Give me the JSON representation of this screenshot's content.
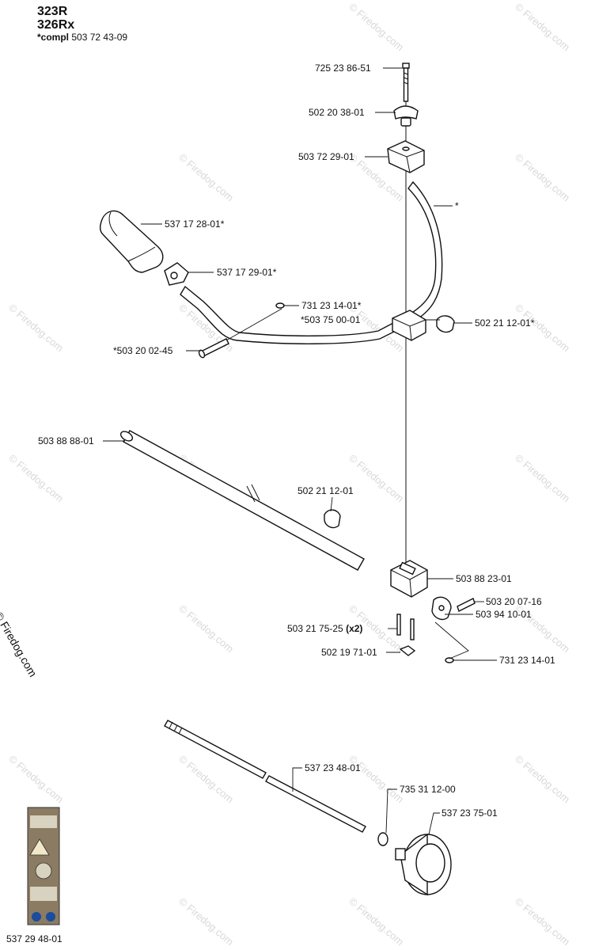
{
  "header": {
    "model_1": "323R",
    "model_2": "326Rx",
    "compl_prefix": "*compl",
    "compl_number": "503 72 43-09"
  },
  "watermark": "© Firedog.com",
  "copyright": "© Firedog.com",
  "parts": [
    {
      "id": "p1",
      "label": "725 23 86-51"
    },
    {
      "id": "p2",
      "label": "502 20 38-01"
    },
    {
      "id": "p3",
      "label": "503 72 29-01"
    },
    {
      "id": "p4",
      "label": "*"
    },
    {
      "id": "p5",
      "label": "537 17 28-01*"
    },
    {
      "id": "p6",
      "label": "537 17 29-01*"
    },
    {
      "id": "p7",
      "label": "731 23 14-01*"
    },
    {
      "id": "p8",
      "label": "*503 75 00-01"
    },
    {
      "id": "p9",
      "label": "502 21 12-01*"
    },
    {
      "id": "p10",
      "label": "*503 20 02-45"
    },
    {
      "id": "p11",
      "label": "503 88 88-01"
    },
    {
      "id": "p12",
      "label": "502 21 12-01"
    },
    {
      "id": "p13",
      "label": "503 88 23-01"
    },
    {
      "id": "p14",
      "label": "503 20 07-16"
    },
    {
      "id": "p15",
      "label": "503 94 10-01"
    },
    {
      "id": "p16",
      "label": "503 21 75-25",
      "suffix": "(x2)"
    },
    {
      "id": "p17",
      "label": "502 19 71-01"
    },
    {
      "id": "p18",
      "label": "731 23 14-01"
    },
    {
      "id": "p19",
      "label": "537 23 48-01"
    },
    {
      "id": "p20",
      "label": "735 31 12-00"
    },
    {
      "id": "p21",
      "label": "537 23 75-01"
    },
    {
      "id": "p22",
      "label": "537 29 48-01"
    }
  ]
}
